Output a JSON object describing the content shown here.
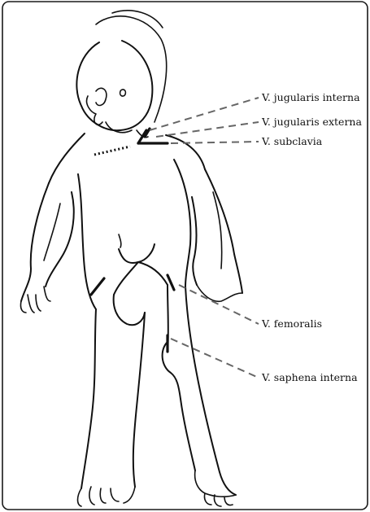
{
  "labels": {
    "jugularis_interna": "V. jugularis interna",
    "jugularis_externa": "V. jugularis externa",
    "subclavia": "V. subclavia",
    "femoralis": "V. femoralis",
    "saphena_interna": "V. saphena interna"
  },
  "colors": {
    "line": "#111111",
    "leader": "#666666",
    "background": "#ffffff"
  }
}
